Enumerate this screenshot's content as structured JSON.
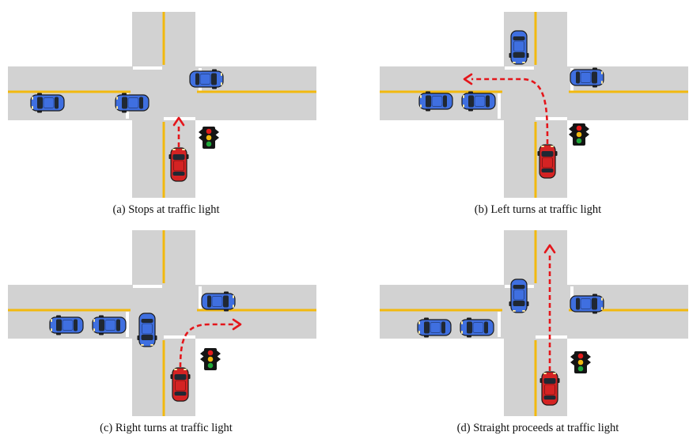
{
  "colors": {
    "road": "#d2d2d2",
    "center_line": "#f2b90f",
    "edge_line": "#ffffff",
    "ego_car": "#d42323",
    "other_car": "#3f6fe0",
    "trajectory": "#e4161b",
    "light_housing": "#141414",
    "light_red": "#e41b1b",
    "light_yellow": "#f2b90f",
    "light_green": "#1fa83a"
  },
  "icons": [
    "car-icon",
    "traffic-light-icon",
    "trajectory-arrow-icon"
  ],
  "panels": [
    {
      "id": "a",
      "caption": "(a) Stops at traffic light"
    },
    {
      "id": "b",
      "caption": "(b) Left turns at traffic light"
    },
    {
      "id": "c",
      "caption": "(c) Right turns at traffic light"
    },
    {
      "id": "d",
      "caption": "(d) Straight proceeds at traffic light"
    }
  ]
}
